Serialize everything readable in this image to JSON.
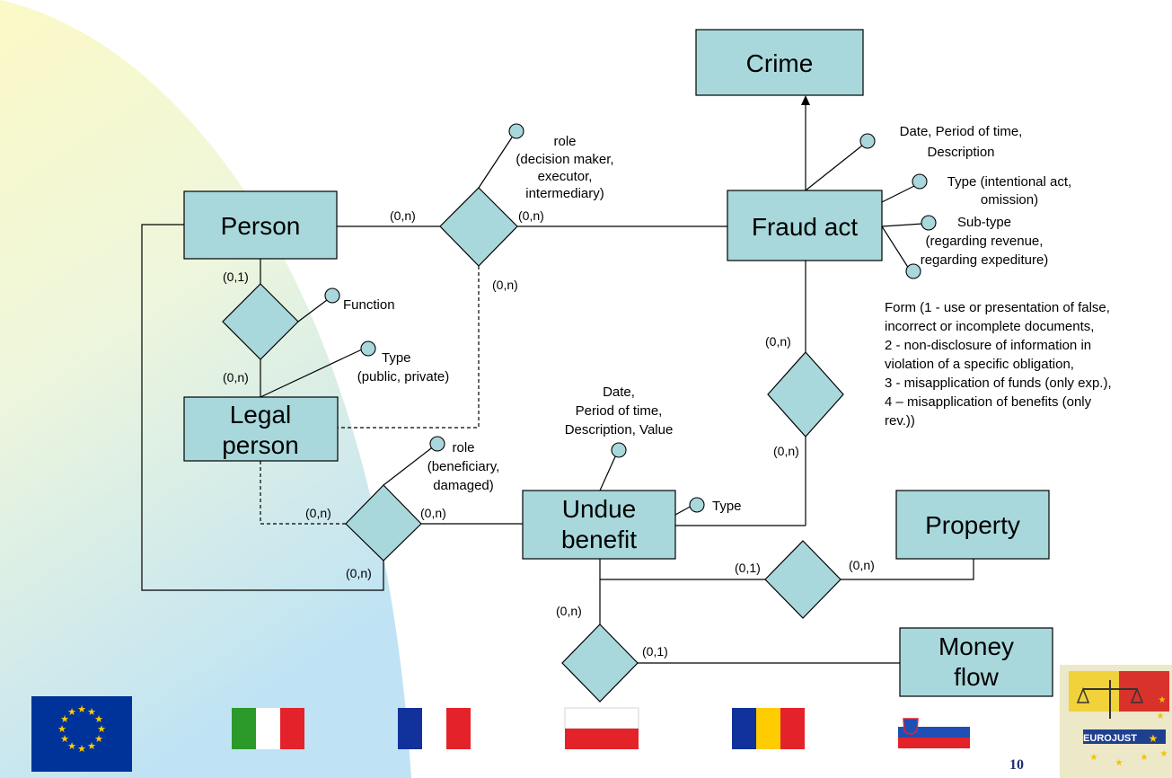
{
  "entities": {
    "crime": "Crime",
    "person": "Person",
    "fraud_act": "Fraud act",
    "legal_person": [
      "Legal",
      "person"
    ],
    "undue_benefit": [
      "Undue",
      "benefit"
    ],
    "property": "Property",
    "money_flow": [
      "Money",
      "flow"
    ]
  },
  "attributes": {
    "role_person_fraud": [
      "role",
      "(decision maker,",
      "executor,",
      "intermediary)"
    ],
    "fraud_date": [
      "Date, Period of time,",
      "Description"
    ],
    "fraud_type": [
      "Type (intentional act,",
      "omission)"
    ],
    "fraud_subtype": [
      "Sub-type",
      "(regarding revenue,",
      "regarding expediture)"
    ],
    "fraud_form": [
      "Form (1 - use or presentation of false,",
      "incorrect or incomplete documents,",
      "2 - non-disclosure of information in",
      "violation of a specific obligation,",
      "3 - misapplication of funds (only exp.),",
      "4 – misapplication of benefits (only",
      "rev.))"
    ],
    "function": "Function",
    "legal_type": [
      "Type",
      "(public, private)"
    ],
    "benefit_info": [
      "Date,",
      "Period of time,",
      "Description, Value"
    ],
    "role_benefit": [
      "role",
      "(beneficiary,",
      "damaged)"
    ],
    "benefit_type": "Type"
  },
  "cardinalities": {
    "person_to_rel1": "(0,n)",
    "rel1_to_fraud": "(0,n)",
    "rel1_to_legal": "(0,n)",
    "person_to_function_rel": "(0,1)",
    "legal_to_function_rel": "(0,n)",
    "fraud_to_rel3": "(0,n)",
    "benefit_to_rel3": "(0,n)",
    "legal_to_rel2": "(0,n)",
    "rel2_to_benefit": "(0,n)",
    "person_to_rel2": "(0,n)",
    "benefit_to_rel4": "(0,1)",
    "rel4_to_property": "(0,n)",
    "benefit_to_rel5": "(0,n)",
    "rel5_to_money": "(0,1)"
  },
  "footer": {
    "page_number": "10",
    "logo_text": "EUROJUST"
  },
  "colors": {
    "entity_fill": "#a8d8dc",
    "eu_blue": "#003399",
    "eu_star": "#ffcc00",
    "page_number": "#1f2f6b"
  }
}
